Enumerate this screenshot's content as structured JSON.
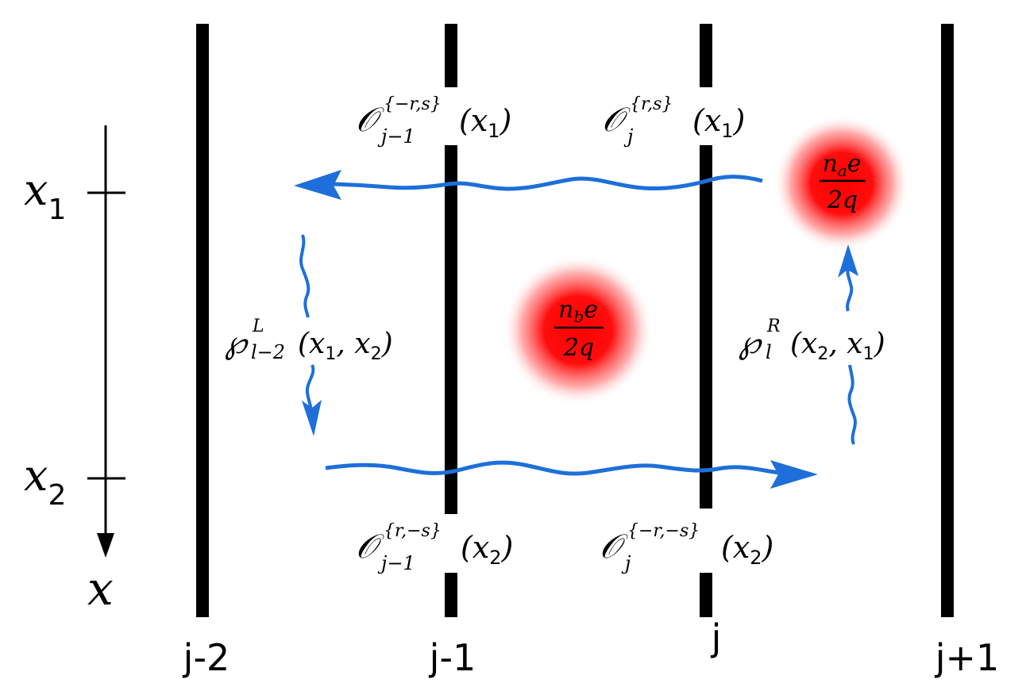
{
  "colors": {
    "wire": "#000000",
    "flow": "#1e6fd9",
    "charge_core": "#ff0000",
    "background": "#ffffff"
  },
  "wires": [
    "j-2",
    "j-1",
    "j",
    "j+1"
  ],
  "axis": {
    "tick1_base": "x",
    "tick1_sub": "1",
    "tick2_base": "x",
    "tick2_sub": "2",
    "axis_label": "x"
  },
  "operators": {
    "top_left": {
      "base": "𝒪",
      "sub": "j−1",
      "sup": "{−r,s}",
      "arg": "(x",
      "arg_sub": "1",
      "arg_close": ")"
    },
    "top_right": {
      "base": "𝒪",
      "sub": "j",
      "sup": "{r,s}",
      "arg": "(x",
      "arg_sub": "1",
      "arg_close": ")"
    },
    "bottom_left": {
      "base": "𝒪",
      "sub": "j−1",
      "sup": "{r,−s}",
      "arg": "(x",
      "arg_sub": "2",
      "arg_close": ")"
    },
    "bottom_right": {
      "base": "𝒪",
      "sub": "j",
      "sup": "{−r,−s}",
      "arg": "(x",
      "arg_sub": "2",
      "arg_close": ")"
    }
  },
  "strings": {
    "left": {
      "base": "℘",
      "sub": "l−2",
      "sup": "L",
      "arg": "(x",
      "s1": "1",
      "mid": ", x",
      "s2": "2",
      "close": ")"
    },
    "right": {
      "base": "℘",
      "sub": "l",
      "sup": "R",
      "arg": "(x",
      "s1": "2",
      "mid": ", x",
      "s2": "1",
      "close": ")"
    }
  },
  "charges": {
    "a": {
      "num": "n",
      "num_sub": "a",
      "num_tail": "e",
      "den": "2q"
    },
    "b": {
      "num": "n",
      "num_sub": "b",
      "num_tail": "e",
      "den": "2q"
    }
  }
}
